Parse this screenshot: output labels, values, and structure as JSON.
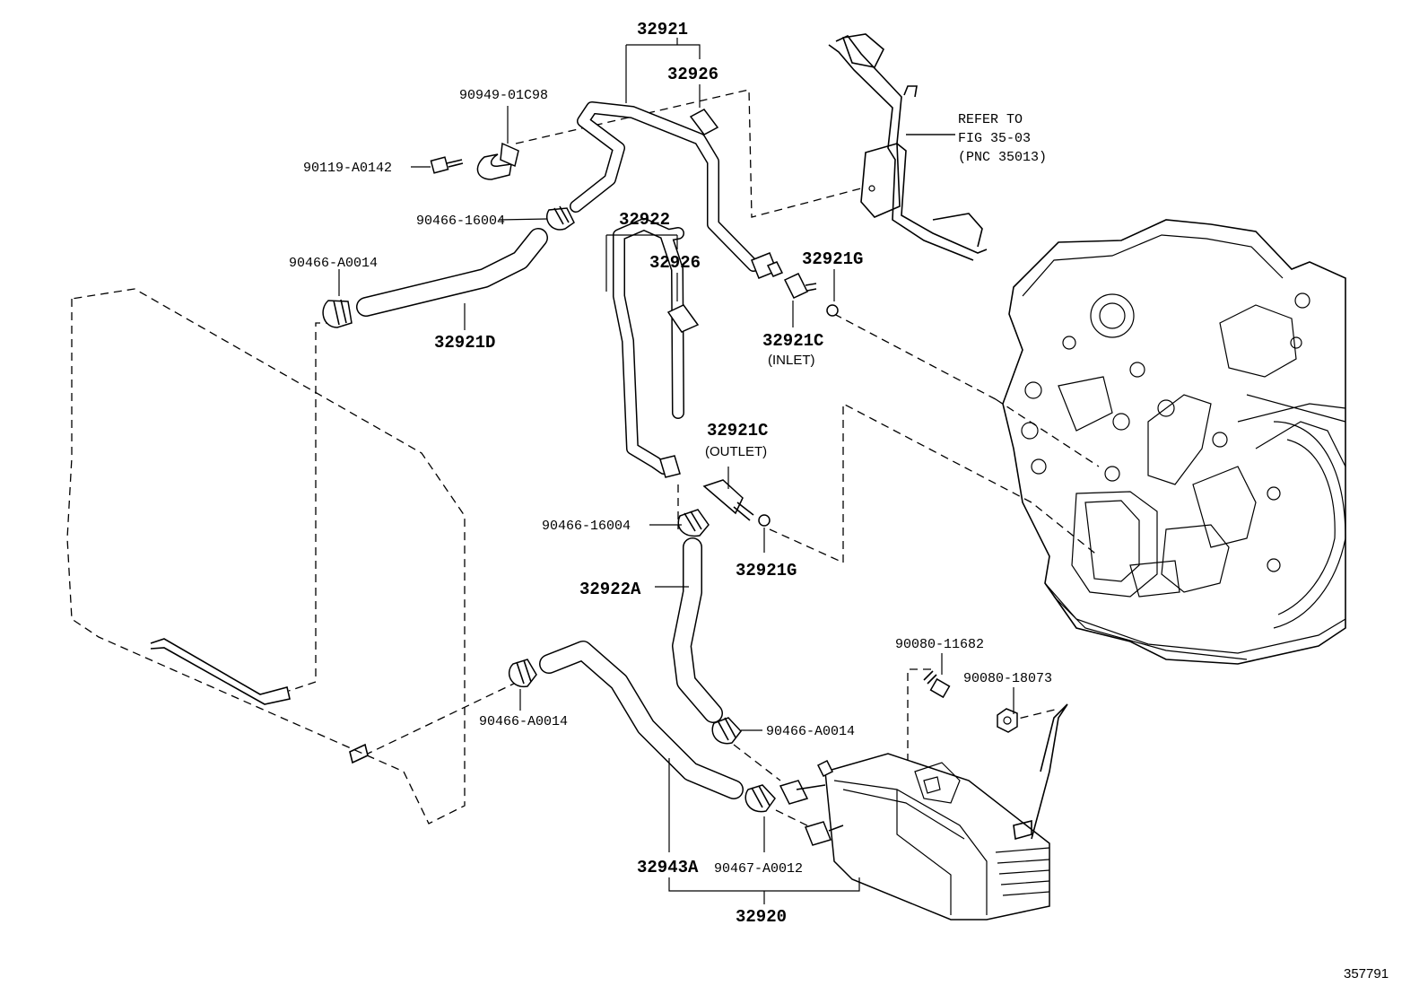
{
  "diagram_id": "357791",
  "labels": {
    "p32921": "32921",
    "p32926_top": "32926",
    "p90949": "90949-01C98",
    "p90119": "90119-A0142",
    "p90466_16004_top": "90466-16004",
    "p90466_a0014_top": "90466-A0014",
    "p32921d": "32921D",
    "p32922": "32922",
    "p32926_mid": "32926",
    "p32921g_top": "32921G",
    "p32921c_inlet": "32921C",
    "inlet_note": "(INLET)",
    "p32921c_outlet": "32921C",
    "outlet_note": "(OUTLET)",
    "p90466_16004_mid": "90466-16004",
    "p32921g_bottom": "32921G",
    "p32922a": "32922A",
    "p90080_11682": "90080-11682",
    "p90080_18073": "90080-18073",
    "p90466_a0014_left": "90466-A0014",
    "p90466_a0014_right": "90466-A0014",
    "p32943a": "32943A",
    "p90467_a0012": "90467-A0012",
    "p32920": "32920"
  },
  "reference": {
    "line1": "REFER TO",
    "line2": "FIG 35-03",
    "line3": "(PNC 35013)"
  },
  "colors": {
    "line": "#000000",
    "background": "#ffffff"
  }
}
